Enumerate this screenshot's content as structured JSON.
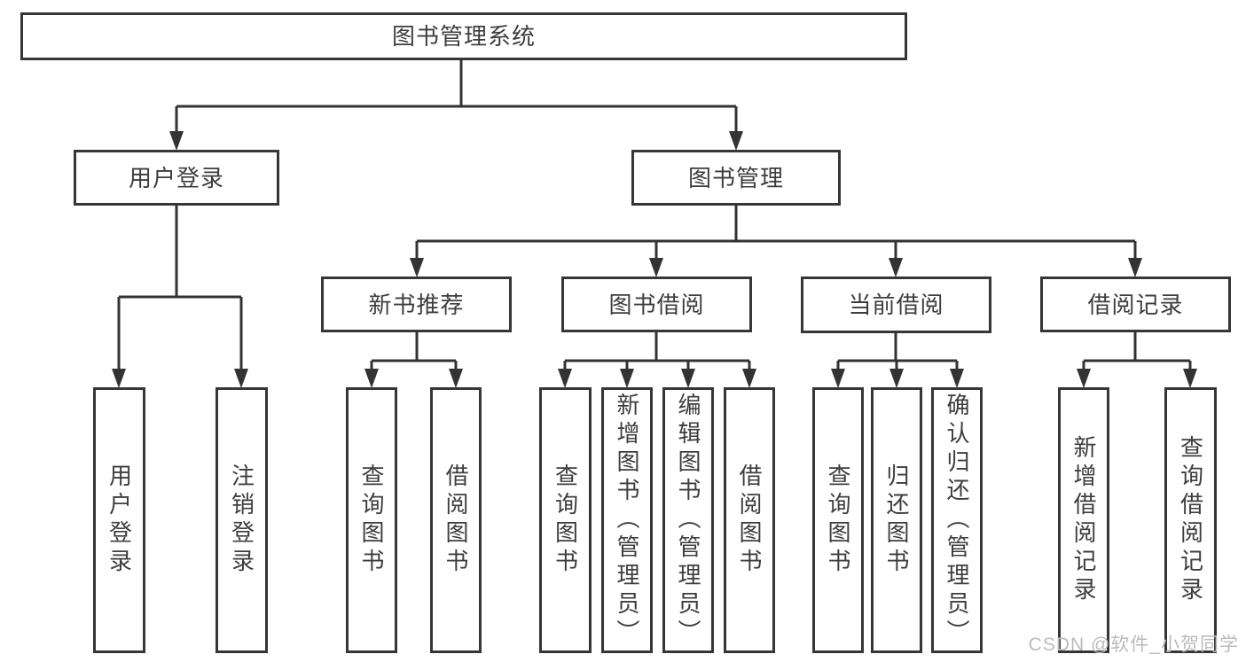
{
  "colors": {
    "line": "#333333",
    "box_border": "#363636",
    "text": "#3d3d3d",
    "background": "#ffffff",
    "watermark": "#b9bbbe"
  },
  "watermark": {
    "text": "CSDN @软件_小贺同学"
  },
  "tree": {
    "root": {
      "label": "图书管理系统",
      "children": [
        {
          "label": "用户登录",
          "children": [
            {
              "label": "用户登录"
            },
            {
              "label": "注销登录"
            }
          ]
        },
        {
          "label": "图书管理",
          "children": [
            {
              "label": "新书推荐",
              "children": [
                {
                  "label": "查询图书"
                },
                {
                  "label": "借阅图书"
                }
              ]
            },
            {
              "label": "图书借阅",
              "children": [
                {
                  "label": "查询图书"
                },
                {
                  "label": "新增图书（管理员）"
                },
                {
                  "label": "编辑图书（管理员）"
                },
                {
                  "label": "借阅图书"
                }
              ]
            },
            {
              "label": "当前借阅",
              "children": [
                {
                  "label": "查询图书"
                },
                {
                  "label": "归还图书"
                },
                {
                  "label": "确认归还（管理员）"
                }
              ]
            },
            {
              "label": "借阅记录",
              "children": [
                {
                  "label": "新增借阅记录"
                },
                {
                  "label": "查询借阅记录"
                }
              ]
            }
          ]
        }
      ]
    }
  }
}
